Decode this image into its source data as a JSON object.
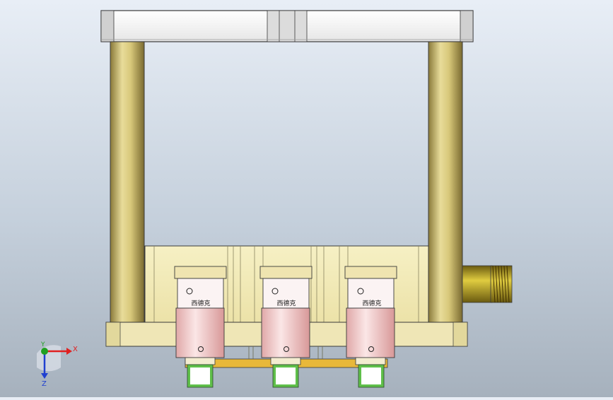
{
  "viewport": {
    "background": {
      "top": "#e8eef6",
      "bottom": "#a6b1bd"
    }
  },
  "part": {
    "top_plate": {
      "color": "#f2f2f2",
      "edge": "#3a3a3a"
    },
    "pillars": {
      "color": "#d8c87a",
      "shade": "#8a7a3a"
    },
    "base_block": {
      "color": "#f3ecb8"
    },
    "base_plate": {
      "color": "#efe6b6"
    },
    "fitting": {
      "color": "#c8b020"
    },
    "bottom_strip": {
      "color": "#e8b83a"
    },
    "clamp": {
      "cap_color": "#efe4b0",
      "body_color": "#f0c8c8",
      "foot_color": "#5fbf4a",
      "label": "西德克"
    },
    "clamps": [
      {
        "label": "西德克"
      },
      {
        "label": "西德克"
      },
      {
        "label": "西德克"
      }
    ]
  },
  "triad": {
    "x_label": "X",
    "y_label": "Y",
    "z_label": "Z",
    "x_color": "#e02020",
    "y_color": "#20a020",
    "z_color": "#2040d0"
  }
}
